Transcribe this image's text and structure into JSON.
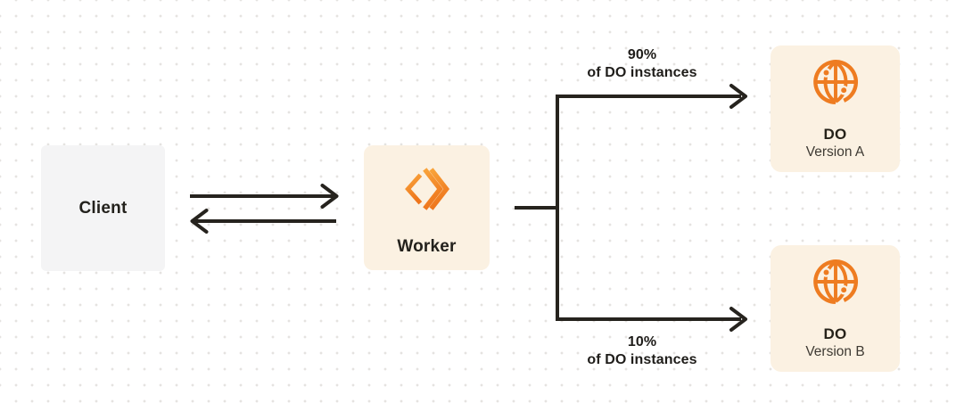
{
  "diagram": {
    "description": "Client to Worker gradual deployment split across Durable Object versions",
    "colors": {
      "canvas_bg": "#ffffff",
      "dot_grid": "#e5e3e0",
      "client_box": "#f4f4f5",
      "cream_box": "#fbf1e2",
      "accent_orange": "#f6821f",
      "globe_orange": "#ee7c21",
      "arrow_black": "#26231e",
      "text_primary": "#23211c",
      "text_secondary": "#3e3a33"
    },
    "nodes": {
      "client": {
        "label": "Client"
      },
      "worker": {
        "label": "Worker",
        "icon": "cloudflare-workers-icon"
      },
      "do_a": {
        "title": "DO",
        "subtitle": "Version A",
        "icon": "globe-icon"
      },
      "do_b": {
        "title": "DO",
        "subtitle": "Version B",
        "icon": "globe-icon"
      }
    },
    "edges": {
      "client_worker": {
        "type": "bidirectional-arrows"
      },
      "top_branch": {
        "percent": "90%",
        "caption": "of DO instances"
      },
      "bottom_branch": {
        "percent": "10%",
        "caption": "of DO instances"
      }
    }
  }
}
